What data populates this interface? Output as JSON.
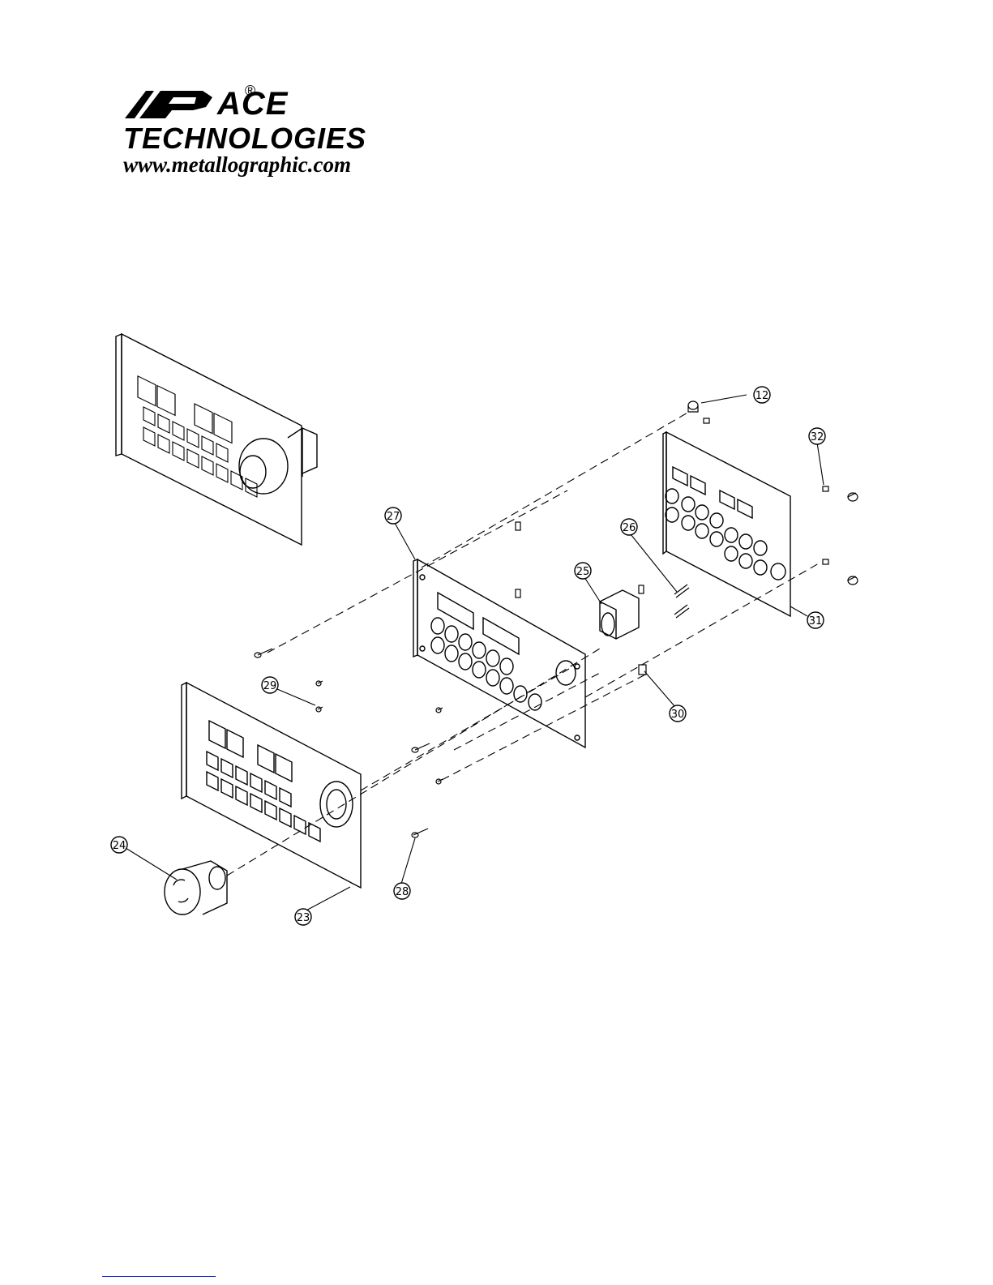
{
  "logo": {
    "brand_ace": "ACE",
    "brand_registered": "®",
    "brand_technologies": "TECHNOLOGIES",
    "website": "www.metallographic.com"
  },
  "diagram": {
    "callouts": [
      {
        "id": "12",
        "label": "12"
      },
      {
        "id": "32",
        "label": "32"
      },
      {
        "id": "27",
        "label": "27"
      },
      {
        "id": "26",
        "label": "26"
      },
      {
        "id": "25",
        "label": "25"
      },
      {
        "id": "31",
        "label": "31"
      },
      {
        "id": "29",
        "label": "29"
      },
      {
        "id": "30",
        "label": "30"
      },
      {
        "id": "24",
        "label": "24"
      },
      {
        "id": "28",
        "label": "28"
      },
      {
        "id": "23",
        "label": "23"
      }
    ]
  }
}
